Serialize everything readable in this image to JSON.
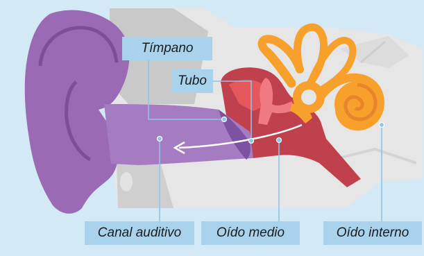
{
  "labels": {
    "timpano": "Tímpano",
    "tubo": "Tubo",
    "canal_auditivo": "Canal auditivo",
    "oido_medio": "Oído medio",
    "oido_interno": "Oído interno"
  },
  "colors": {
    "background": "#d3e9f6",
    "outer_ear": "#9a6ab4",
    "ear_canal": "#a57cc2",
    "middle_ear": "#c0414d",
    "inner_ear": "#f7a12c",
    "label_box": "#a9d2ec",
    "leader_line": "#8cc5e8"
  }
}
